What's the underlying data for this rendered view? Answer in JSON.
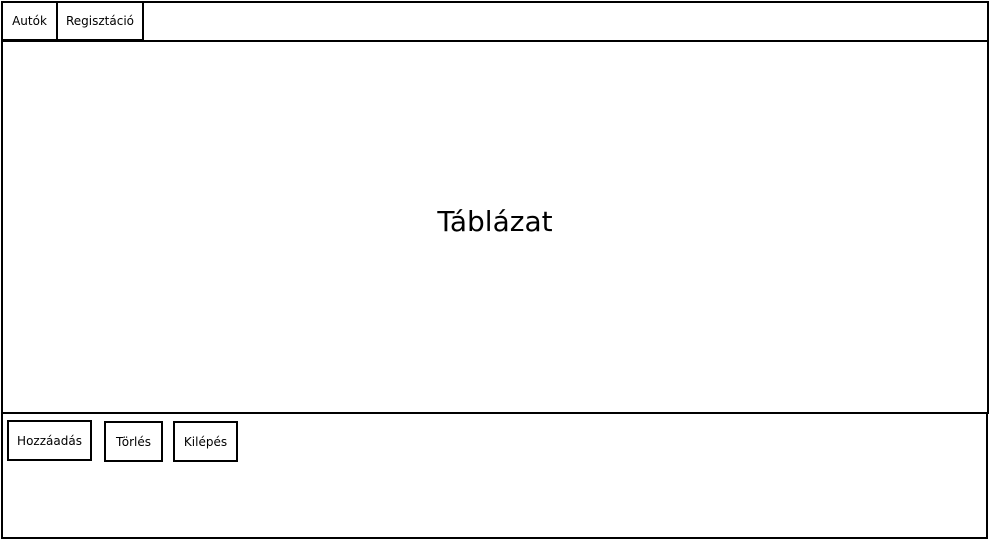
{
  "tabs": [
    {
      "label": "Autók"
    },
    {
      "label": "Regisztáció"
    }
  ],
  "main": {
    "table_placeholder": "Táblázat"
  },
  "actions": {
    "add_label": "Hozzáadás",
    "delete_label": "Törlés",
    "exit_label": "Kilépés"
  }
}
